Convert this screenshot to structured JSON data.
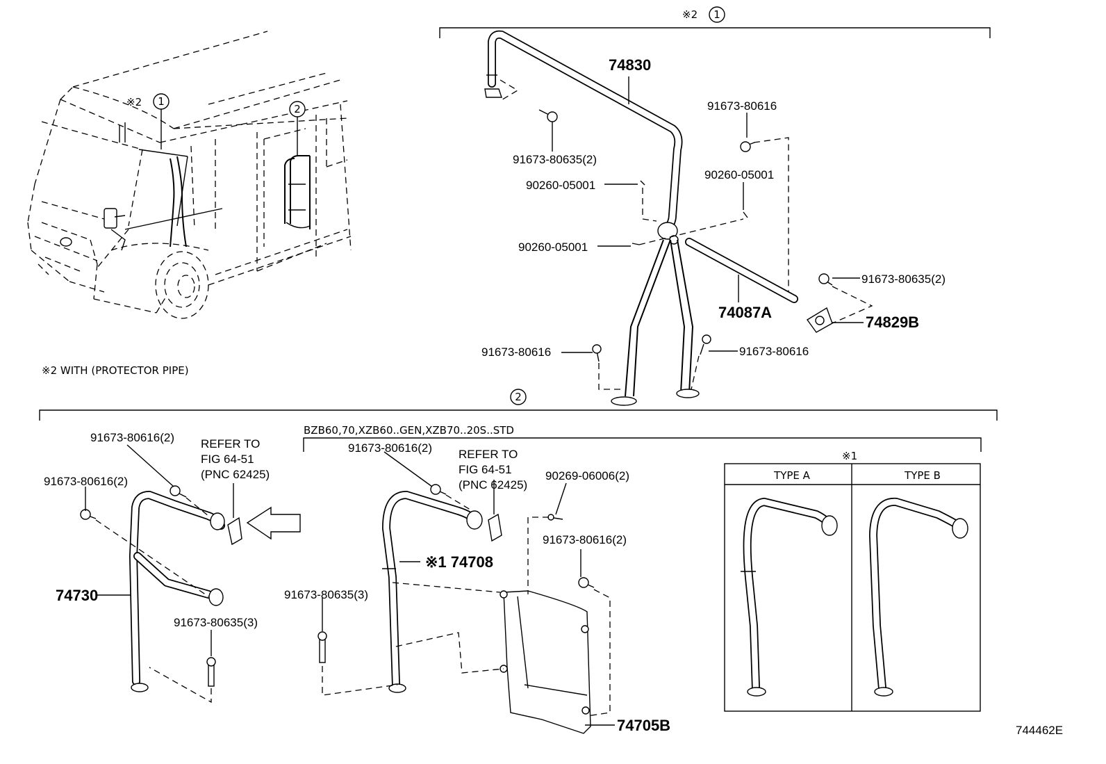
{
  "figure_number": "744462E",
  "note_protector": "※2  WITH (PROTECTOR PIPE)",
  "callouts": {
    "circle1": "1",
    "circle2": "2",
    "mark2": "※2",
    "mark1": "※1"
  },
  "model_range": "BZB60,70,XZB60..GEN,XZB70..20S..STD",
  "types": {
    "type_a": "TYPE A",
    "type_b": "TYPE B"
  },
  "refer": {
    "line1": "REFER TO",
    "line2": "FIG 64-51",
    "line3": "(PNC 62425)"
  },
  "parts": {
    "p74830": "74830",
    "p74087A": "74087A",
    "p74829B": "74829B",
    "p74730": "74730",
    "p74708": "※1 74708",
    "p74705B": "74705B",
    "bolt_635_2": "91673-80635(2)",
    "bolt_635_3": "91673-80635(3)",
    "bolt_616": "91673-80616",
    "bolt_616_2": "91673-80616(2)",
    "clip_05001": "90260-05001",
    "clip_06006_2": "90269-06006(2)"
  }
}
